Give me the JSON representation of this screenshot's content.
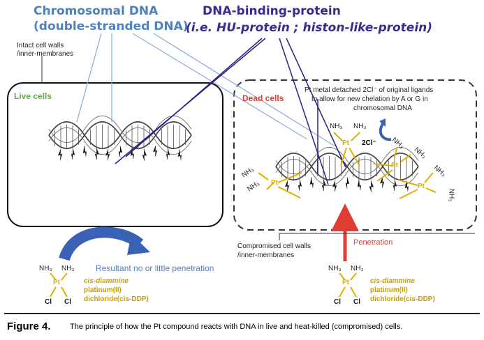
{
  "labels": {
    "chromosomal_dna_line1": "Chromosomal DNA",
    "chromosomal_dna_line2": "(double-stranded DNA)",
    "protein_line1": "DNA-binding-protein",
    "protein_line2": "(i.e. HU-protein ; histon-like-protein)",
    "intact_line1": "Intact cell walls",
    "intact_line2": "/inner-membranes",
    "live_cells": "Live cells",
    "dead_cells": "Dead cells",
    "pt_detached_line1": "Pt metal detached 2Cl⁻ of original ligands",
    "pt_detached_line2": "to allow for new chelation by A or G in",
    "pt_detached_line3": "chromosomal DNA",
    "two_cl": "2Cl⁻",
    "compromised_line1": "Compromised cell walls",
    "compromised_line2": "/inner-membranes",
    "resultant": "Resultant no or little penetration",
    "penetration": "Penetration",
    "nh3": "NH₃",
    "pt": "Pt",
    "cl": "Cl",
    "cis_line1": "cis-diammine",
    "cis_line2": "platinum(II)",
    "cis_line3": "dichloride(cis-DDP)"
  },
  "caption": {
    "figure": "Figure 4.",
    "text": "The principle of how the Pt compound reacts with DNA in live and heat-killed (compromised) cells."
  },
  "colors": {
    "dna_blue": "#4f81bd",
    "protein_purple": "#3b2a8f",
    "live_green": "#6aa84f",
    "dead_red": "#e03c31",
    "pt_yellow": "#e0b000",
    "arrow_blue": "#3b63b5"
  },
  "icons": [
    "live-cell-box",
    "dead-cell-box",
    "dna-helix",
    "curved-arrow-icon",
    "penetration-arrow",
    "cycle-arrow-icon"
  ]
}
